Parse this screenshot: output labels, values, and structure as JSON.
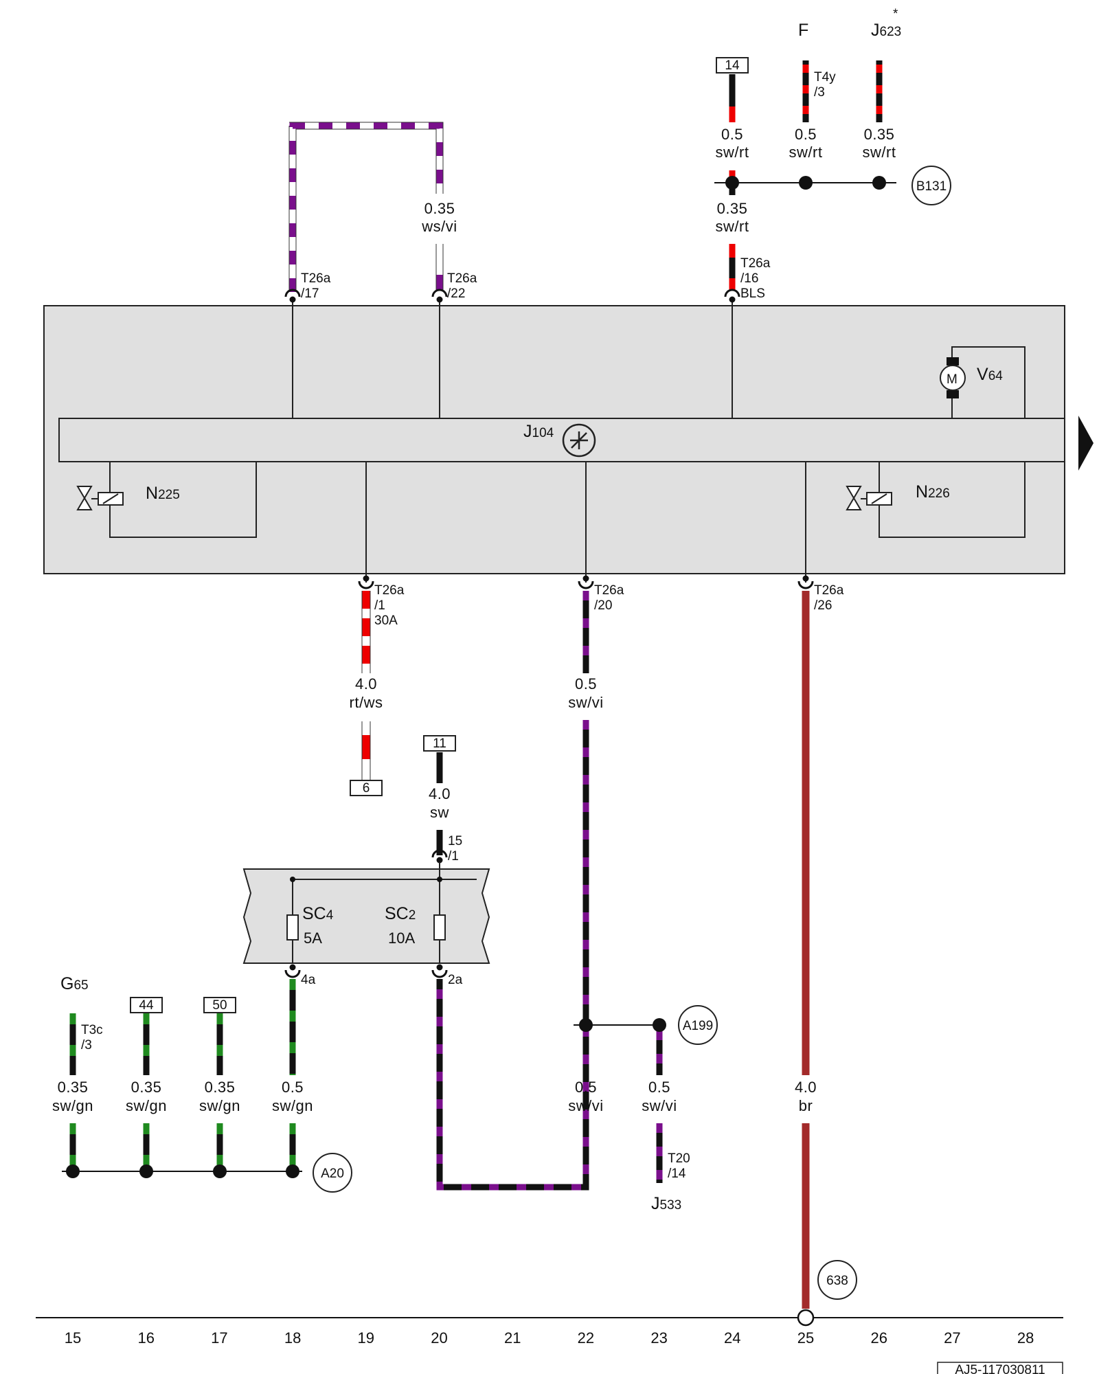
{
  "diagram_id": "AJ5-117030811",
  "colors": {
    "sw": "#000000",
    "rt": "#ee0000",
    "ws": "#ffffff",
    "vi": "#7a0f8c",
    "gn": "#1f8a1f",
    "br": "#a32a2a",
    "box_fill": "#e0e0e0",
    "frame_stroke": "#222222"
  },
  "components": {
    "J104": {
      "main": "J",
      "sub": "104"
    },
    "V64": {
      "main": "V",
      "sub": "64"
    },
    "N225": {
      "main": "N",
      "sub": "225"
    },
    "N226": {
      "main": "N",
      "sub": "226"
    },
    "F": {
      "main": "F"
    },
    "J623": {
      "main": "J",
      "sub": "623",
      "mark": "*"
    },
    "G65": {
      "main": "G",
      "sub": "65"
    },
    "J533": {
      "main": "J",
      "sub": "533"
    },
    "SC4": {
      "main": "SC",
      "sub": "4",
      "rating": "5A"
    },
    "SC2": {
      "main": "SC",
      "sub": "2",
      "rating": "10A"
    },
    "motor_symbol": "M"
  },
  "connections": {
    "T26a_17": {
      "line1": "T26a",
      "line2": "/17"
    },
    "T26a_22": {
      "line1": "T26a",
      "line2": "/22"
    },
    "T26a_16": {
      "line1": "T26a",
      "line2": "/16",
      "line3": "BLS"
    },
    "T4y_3": {
      "line1": "T4y",
      "line2": "/3"
    },
    "T26a_1": {
      "line1": "T26a",
      "line2": "/1",
      "line3": "30A"
    },
    "T26a_20": {
      "line1": "T26a",
      "line2": "/20"
    },
    "T26a_26": {
      "line1": "T26a",
      "line2": "/26"
    },
    "c15_1": {
      "line1": "15",
      "line2": "/1"
    },
    "c4a": {
      "line1": "4a"
    },
    "c2a": {
      "line1": "2a"
    },
    "T3c_3": {
      "line1": "T3c",
      "line2": "/3"
    },
    "T20_14": {
      "line1": "T20",
      "line2": "/14"
    }
  },
  "box_refs": {
    "ref14": "14",
    "ref6": "6",
    "ref11": "11",
    "ref44": "44",
    "ref50": "50"
  },
  "circle_refs": {
    "B131": "B131",
    "A199": "A199",
    "A20": "A20",
    "c638": "638"
  },
  "wires": {
    "w_wsvi_top": {
      "gauge": "0.35",
      "color": "ws/vi"
    },
    "w14": {
      "gauge": "0.5",
      "color": "sw/rt"
    },
    "wF": {
      "gauge": "0.5",
      "color": "sw/rt"
    },
    "wJ623": {
      "gauge": "0.35",
      "color": "sw/rt"
    },
    "wBLS": {
      "gauge": "0.35",
      "color": "sw/rt"
    },
    "w30A": {
      "gauge": "4.0",
      "color": "rt/ws"
    },
    "w20": {
      "gauge": "0.5",
      "color": "sw/vi"
    },
    "w11": {
      "gauge": "4.0",
      "color": "sw"
    },
    "wG65": {
      "gauge": "0.35",
      "color": "sw/gn"
    },
    "w44": {
      "gauge": "0.35",
      "color": "sw/gn"
    },
    "w50": {
      "gauge": "0.35",
      "color": "sw/gn"
    },
    "w4a": {
      "gauge": "0.5",
      "color": "sw/gn"
    },
    "w22low": {
      "gauge": "0.5",
      "color": "sw/vi"
    },
    "w23low": {
      "gauge": "0.5",
      "color": "sw/vi"
    },
    "w26": {
      "gauge": "4.0",
      "color": "br"
    }
  },
  "ruler": [
    "15",
    "16",
    "17",
    "18",
    "19",
    "20",
    "21",
    "22",
    "23",
    "24",
    "25",
    "26",
    "27",
    "28"
  ]
}
